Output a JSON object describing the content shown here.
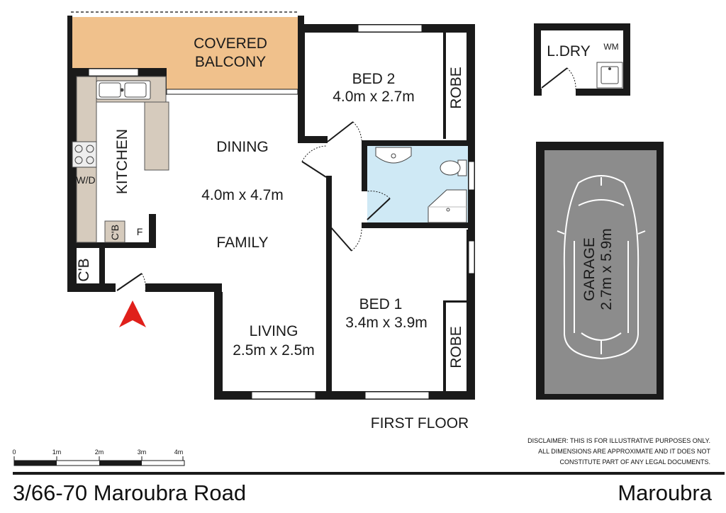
{
  "floor_label": "FIRST FLOOR",
  "rooms": {
    "balcony": {
      "name_line1": "COVERED",
      "name_line2": "BALCONY"
    },
    "bed2": {
      "name": "BED 2",
      "dims": "4.0m x 2.7m"
    },
    "robe_top": "ROBE",
    "dining": {
      "name": "DINING",
      "dims": "4.0m x 4.7m"
    },
    "family": "FAMILY",
    "kitchen": "KITCHEN",
    "wd": "W/D",
    "cb_kitchen": "C'B",
    "fridge": "F",
    "cb_entry": "C'B",
    "living": {
      "name": "LIVING",
      "dims": "2.5m x 2.5m"
    },
    "bed1": {
      "name": "BED 1",
      "dims": "3.4m x 3.9m"
    },
    "robe_bottom": "ROBE",
    "laundry": {
      "name": "L.DRY",
      "wm": "WM"
    },
    "garage": {
      "name": "GARAGE",
      "dims": "2.7m x 5.9m"
    }
  },
  "scale_bar": {
    "ticks": [
      "0",
      "1m",
      "2m",
      "3m",
      "4m"
    ]
  },
  "disclaimer": [
    "DISCLAIMER: THIS IS FOR ILLUSTRATIVE PURPOSES ONLY.",
    "ALL DIMENSIONS ARE APPROXIMATE AND IT DOES NOT",
    "CONSTITUTE PART OF ANY LEGAL DOCUMENTS."
  ],
  "footer": {
    "address": "3/66-70 Maroubra Road",
    "suburb": "Maroubra"
  },
  "colors": {
    "wall": "#1a1a1a",
    "balcony": "#f0c18c",
    "bathroom": "#cfe9f5",
    "garage": "#8c8c8c",
    "bench": "#d6cbbd",
    "entry_arrow": "#e0201b"
  }
}
